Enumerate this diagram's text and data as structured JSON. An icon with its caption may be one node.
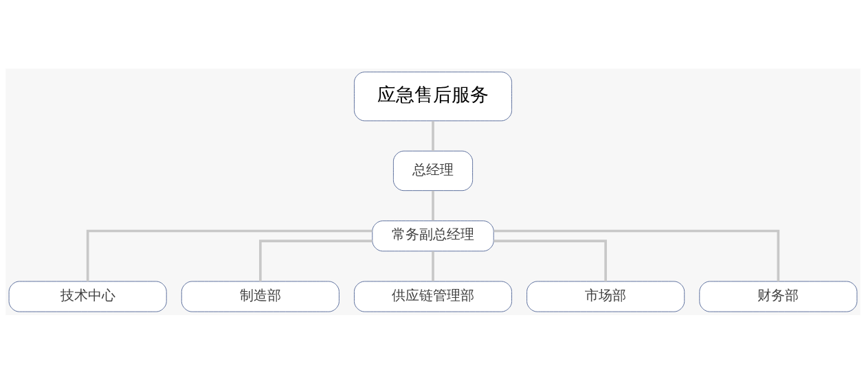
{
  "diagram": {
    "nodes": [
      {
        "text": [
          "应急售后服务"
        ]
      },
      {
        "text": [
          "总经理"
        ]
      },
      {
        "text": [
          "常务副总经理"
        ]
      },
      {
        "text": [
          "技术中心"
        ]
      },
      {
        "text": [
          "制造部"
        ]
      },
      {
        "text": [
          "供应链管理部"
        ]
      },
      {
        "text": [
          "市场部"
        ]
      },
      {
        "text": [
          "财务部"
        ]
      }
    ],
    "edges": [
      {
        "from": 0,
        "to": 1,
        "arrow": "none"
      },
      {
        "from": 1,
        "to": 2,
        "arrow": "none"
      },
      {
        "from": 2,
        "to": 3,
        "arrow": "none"
      },
      {
        "from": 2,
        "to": 4,
        "arrow": "none"
      },
      {
        "from": 2,
        "to": 5,
        "arrow": "none"
      },
      {
        "from": 2,
        "to": 6,
        "arrow": "none"
      },
      {
        "from": 2,
        "to": 7,
        "arrow": "none"
      }
    ]
  }
}
